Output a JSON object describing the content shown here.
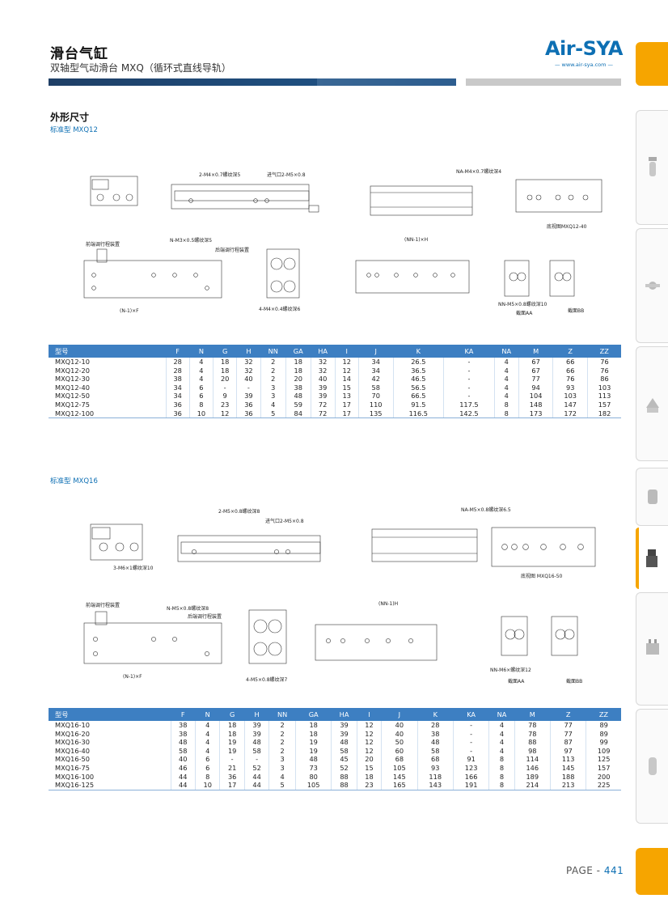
{
  "header": {
    "title": "滑台气缸",
    "subtitle": "双轴型气动滑台 MXQ（循环式直线导轨）",
    "logo_text": "Air-SYA",
    "logo_url": "— www.air-sya.com —"
  },
  "section": {
    "heading": "外形尺寸"
  },
  "mxq12": {
    "label": "标准型 MXQ12",
    "drawing_labels": {
      "front_adjuster": "前端调行程装置",
      "rear_adjuster": "后端调行程装置",
      "thread_nm3": "N-M3×0.5螺纹深5",
      "thread_2m4": "2-M4×0.7螺纹深5",
      "port": "进气口2-M5×0.8",
      "thread_na_m4": "NA-M4×0.7螺纹深4",
      "bottom_view": "底视图MXQ12-40",
      "thread_4m4": "4-M4×0.4螺纹深6",
      "thread_nn_m5": "NN-M5×0.8螺纹深10",
      "section_aa": "截面AA",
      "section_bb": "截面BB",
      "nn_h": "(NN-1)×H",
      "n_f": "(N-1)×F"
    },
    "columns": [
      "型号",
      "F",
      "N",
      "G",
      "H",
      "NN",
      "GA",
      "HA",
      "I",
      "J",
      "K",
      "KA",
      "NA",
      "M",
      "Z",
      "ZZ"
    ],
    "rows": [
      [
        "MXQ12-10",
        "28",
        "4",
        "18",
        "32",
        "2",
        "18",
        "32",
        "12",
        "34",
        "26.5",
        "-",
        "4",
        "67",
        "66",
        "76"
      ],
      [
        "MXQ12-20",
        "28",
        "4",
        "18",
        "32",
        "2",
        "18",
        "32",
        "12",
        "34",
        "36.5",
        "-",
        "4",
        "67",
        "66",
        "76"
      ],
      [
        "MXQ12-30",
        "38",
        "4",
        "20",
        "40",
        "2",
        "20",
        "40",
        "14",
        "42",
        "46.5",
        "-",
        "4",
        "77",
        "76",
        "86"
      ],
      [
        "MXQ12-40",
        "34",
        "6",
        "-",
        "-",
        "3",
        "38",
        "39",
        "15",
        "58",
        "56.5",
        "-",
        "4",
        "94",
        "93",
        "103"
      ],
      [
        "MXQ12-50",
        "34",
        "6",
        "9",
        "39",
        "3",
        "48",
        "39",
        "13",
        "70",
        "66.5",
        "-",
        "4",
        "104",
        "103",
        "113"
      ],
      [
        "MXQ12-75",
        "36",
        "8",
        "23",
        "36",
        "4",
        "59",
        "72",
        "17",
        "110",
        "91.5",
        "117.5",
        "8",
        "148",
        "147",
        "157"
      ],
      [
        "MXQ12-100",
        "36",
        "10",
        "12",
        "36",
        "5",
        "84",
        "72",
        "17",
        "135",
        "116.5",
        "142.5",
        "8",
        "173",
        "172",
        "182"
      ]
    ]
  },
  "mxq16": {
    "label": "标准型 MXQ16",
    "drawing_labels": {
      "front_adjuster": "前端调行程装置",
      "rear_adjuster": "后端调行程装置",
      "thread_nm5": "N-M5×0.8螺纹深8",
      "thread_2m5": "2-M5×0.8螺纹深8",
      "port": "进气口2-M5×0.8",
      "thread_na_m5": "NA-M5×0.8螺纹深6.5",
      "bottom_view": "底视图 MXQ16-50",
      "thread_4m5": "4-M5×0.8螺纹深7",
      "thread_3m6": "3-M6×1螺纹深10",
      "thread_nn_m6": "NN-M6×螺纹深12",
      "section_aa": "截面AA",
      "section_bb": "截面BB",
      "nn_h": "(NN-1)H",
      "n_f": "(N-1)×F"
    },
    "columns": [
      "型号",
      "F",
      "N",
      "G",
      "H",
      "NN",
      "GA",
      "HA",
      "I",
      "J",
      "K",
      "KA",
      "NA",
      "M",
      "Z",
      "ZZ"
    ],
    "rows": [
      [
        "MXQ16-10",
        "38",
        "4",
        "18",
        "39",
        "2",
        "18",
        "39",
        "12",
        "40",
        "28",
        "-",
        "4",
        "78",
        "77",
        "89"
      ],
      [
        "MXQ16-20",
        "38",
        "4",
        "18",
        "39",
        "2",
        "18",
        "39",
        "12",
        "40",
        "38",
        "-",
        "4",
        "78",
        "77",
        "89"
      ],
      [
        "MXQ16-30",
        "48",
        "4",
        "19",
        "48",
        "2",
        "19",
        "48",
        "12",
        "50",
        "48",
        "-",
        "4",
        "88",
        "87",
        "99"
      ],
      [
        "MXQ16-40",
        "58",
        "4",
        "19",
        "58",
        "2",
        "19",
        "58",
        "12",
        "60",
        "58",
        "-",
        "4",
        "98",
        "97",
        "109"
      ],
      [
        "MXQ16-50",
        "40",
        "6",
        "-",
        "-",
        "3",
        "48",
        "45",
        "20",
        "68",
        "68",
        "91",
        "8",
        "114",
        "113",
        "125"
      ],
      [
        "MXQ16-75",
        "46",
        "6",
        "21",
        "52",
        "3",
        "73",
        "52",
        "15",
        "105",
        "93",
        "123",
        "8",
        "146",
        "145",
        "157"
      ],
      [
        "MXQ16-100",
        "44",
        "8",
        "36",
        "44",
        "4",
        "80",
        "88",
        "18",
        "145",
        "118",
        "166",
        "8",
        "189",
        "188",
        "200"
      ],
      [
        "MXQ16-125",
        "44",
        "10",
        "17",
        "44",
        "5",
        "105",
        "88",
        "23",
        "165",
        "143",
        "191",
        "8",
        "214",
        "213",
        "225"
      ]
    ]
  },
  "footer": {
    "page_prefix": "PAGE - ",
    "page_number": "441"
  },
  "side_nav": {
    "icons": [
      "filter-regulator-icon",
      "lubricator-icon",
      "fitting-icon",
      "elbow-icon",
      "valve-icon",
      "solenoid-icon",
      "air-preparation-icon",
      "cylinder-icon",
      "multi-valve-icon",
      "elbow-fitting-icon",
      "silencer-icon",
      "rotary-icon"
    ]
  },
  "colors": {
    "brand_blue": "#0d6fb3",
    "table_header": "#3d7fc2",
    "accent_orange": "#f6a500"
  }
}
